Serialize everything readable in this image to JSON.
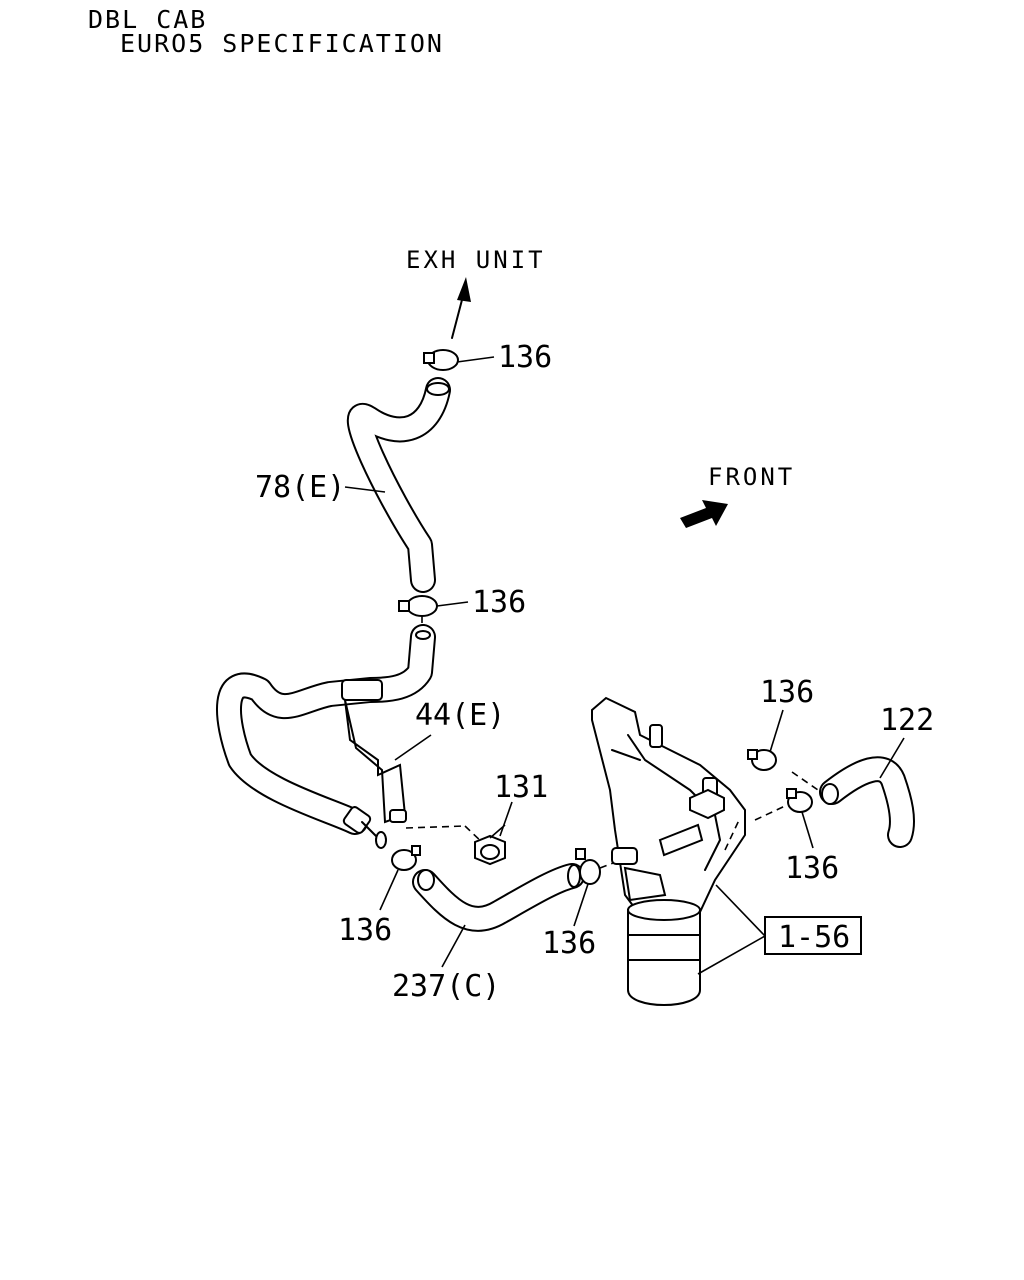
{
  "header": {
    "line1": "DBL CAB",
    "line2": "EURO5 SPECIFICATION"
  },
  "directions": {
    "exh_unit": "EXH UNIT",
    "front": "FRONT"
  },
  "callouts": {
    "clamp_top": "136",
    "hose_upper": "78(E)",
    "clamp_mid": "136",
    "pipe_assembly": "44(E)",
    "nut": "131",
    "clamp_left_low": "136",
    "hose_lower": "237(C)",
    "clamp_center_low": "136",
    "clamp_right_top": "136",
    "hose_right": "122",
    "clamp_right_low": "136",
    "reference_box": "1-56"
  }
}
